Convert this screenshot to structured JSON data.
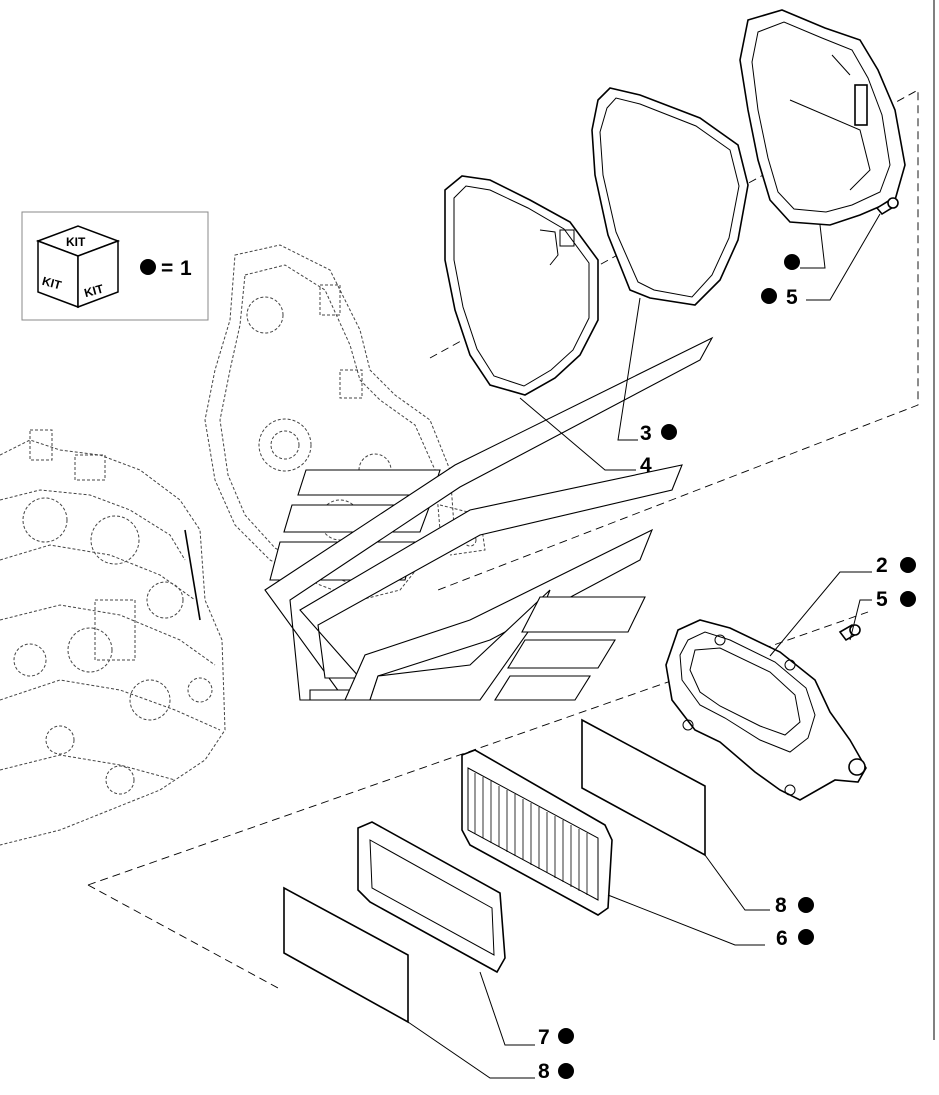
{
  "legend": {
    "kit_top": "KIT",
    "kit_left": "KIT",
    "kit_right": "KIT",
    "equals": "=",
    "qty": "1"
  },
  "callouts": {
    "c1": "5",
    "c2": "3",
    "c3": "4",
    "c4": "2",
    "c5": "5",
    "c6": "8",
    "c7": "6",
    "c8": "7",
    "c9": "8"
  },
  "colors": {
    "ink": "#000000",
    "ghost": "#444444",
    "paper": "#ffffff"
  }
}
